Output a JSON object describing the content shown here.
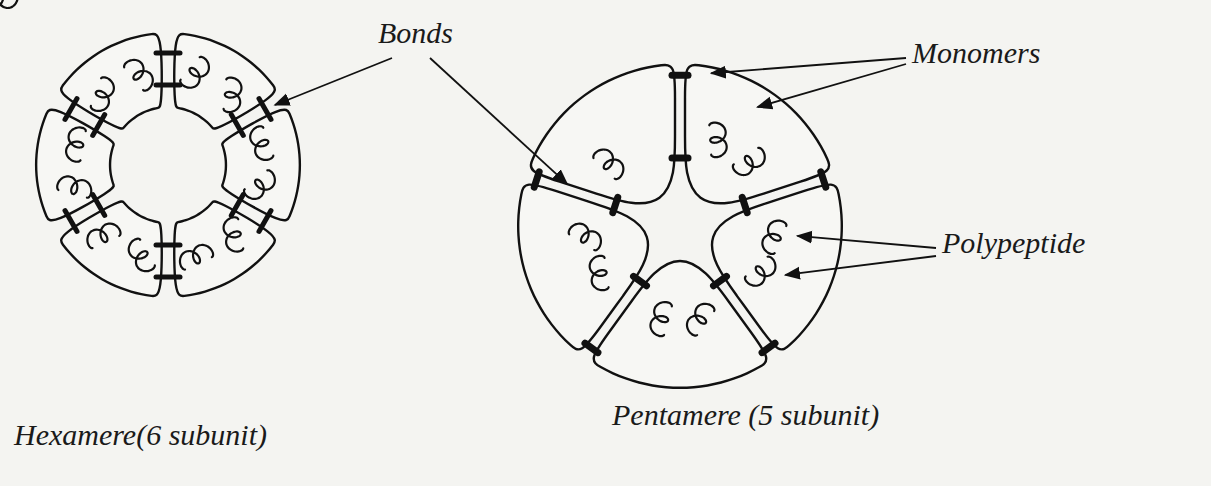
{
  "diagram": {
    "labels": [
      "Bonds",
      "Monomers",
      "Polypeptide",
      "Hexamere(6 subunit)",
      "Pentamere (5 subunit)"
    ]
  }
}
